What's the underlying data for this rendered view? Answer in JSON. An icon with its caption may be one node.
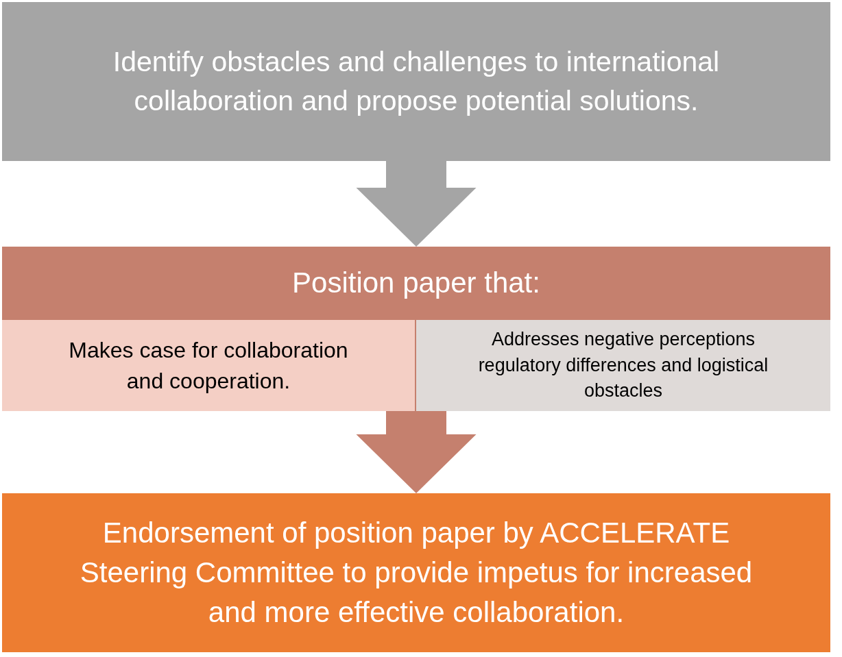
{
  "diagram": {
    "nodes": [
      {
        "text": [
          "Identify obstacles and challenges to international collaboration and propose potential solutions."
        ]
      },
      {
        "text": [
          "Position paper that:"
        ]
      },
      {
        "text": [
          "Makes case for collaboration and cooperation."
        ],
        "in": 1
      },
      {
        "text": [
          "Addresses negative perceptions regulatory differences and logistical obstacles"
        ],
        "in": 1
      },
      {
        "text": [
          "Endorsement of position paper by ACCELERATE Steering Committee to provide impetus for increased and more effective collaboration."
        ]
      }
    ],
    "edges": [
      {
        "from": 0,
        "to": 1,
        "arrow": "to",
        "style": "thick",
        "color": "#a5a5a5"
      },
      {
        "from": 1,
        "to": 4,
        "arrow": "to",
        "style": "thick",
        "color": "#c5806e"
      }
    ]
  }
}
